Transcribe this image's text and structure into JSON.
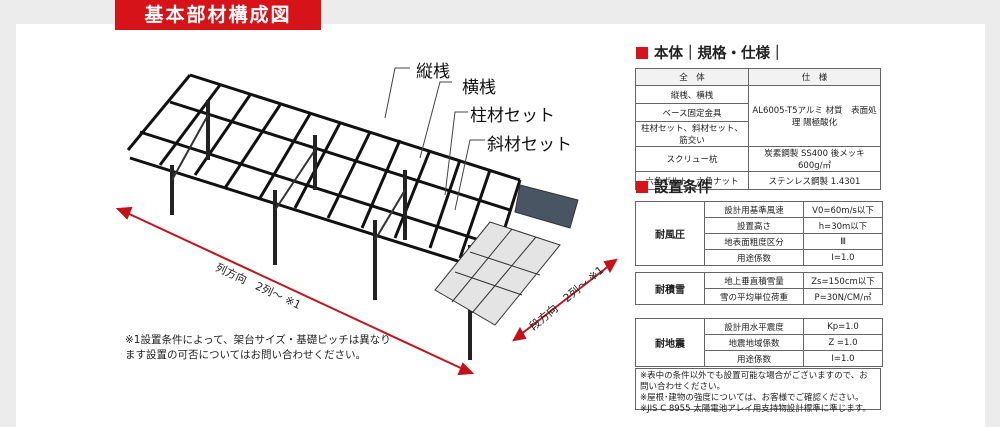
{
  "title": "基本部材構成図",
  "diagram": {
    "labels": [
      "縦桟",
      "横桟",
      "柱材セット",
      "斜材セット"
    ],
    "row_direction": "列方向　2列～ ※1",
    "column_direction": "段方向　2列～ ※1",
    "note": "※1設置条件によって、架台サイズ・基礎ピッチは異なり ます設置の可否についてはお問い合わせください。"
  },
  "spec_section": {
    "heading": "本体｜規格・仕様｜",
    "header": [
      "全　体",
      "仕　様"
    ],
    "rows": [
      {
        "part": "縦桟、横桟",
        "spec": ""
      },
      {
        "part": "ベース固定金具",
        "spec": "AL6005-T5アルミ 材質　表面処理 陽極酸化"
      },
      {
        "part": "柱材セット、斜材セット、筋交い",
        "spec": ""
      },
      {
        "part": "スクリュー杭",
        "spec": "炭素鋼製 SS400 後メッキ 600g/㎡"
      },
      {
        "part": "六角ボルト、六角ナット",
        "spec": "ステンレス鋼製 1.4301"
      }
    ]
  },
  "condition_section": {
    "heading": "設置条件",
    "groups": [
      {
        "category": "耐風圧",
        "items": [
          {
            "key": "設計用基準風速",
            "value": "V0=60m/s以下"
          },
          {
            "key": "設置高さ",
            "value": "h=30m以下"
          },
          {
            "key": "地表面粗度区分",
            "value": "Ⅲ"
          },
          {
            "key": "用途係数",
            "value": "I=1.0"
          }
        ]
      },
      {
        "category": "耐積雪",
        "items": [
          {
            "key": "地上垂直積雪量",
            "value": "Zs=150cm以下"
          },
          {
            "key": "雪の平均単位荷重",
            "value": "P=30N/CM/㎡"
          }
        ]
      },
      {
        "category": "耐地震",
        "items": [
          {
            "key": "設計用水平震度",
            "value": "Kp=1.0"
          },
          {
            "key": "地震地域係数",
            "value": "Z =1.0"
          },
          {
            "key": "用途係数",
            "value": "I=1.0"
          }
        ]
      }
    ],
    "footnote": [
      "※表中の条件以外でも設置可能な場合がございますので、お問い合わせください。",
      "※屋根･建物の強度については、お客様でご確認ください。",
      "※JIS C 8955 太陽電池アレイ用支持物設計標準に準じます。"
    ]
  },
  "colors": {
    "accent": "#d7131a"
  }
}
